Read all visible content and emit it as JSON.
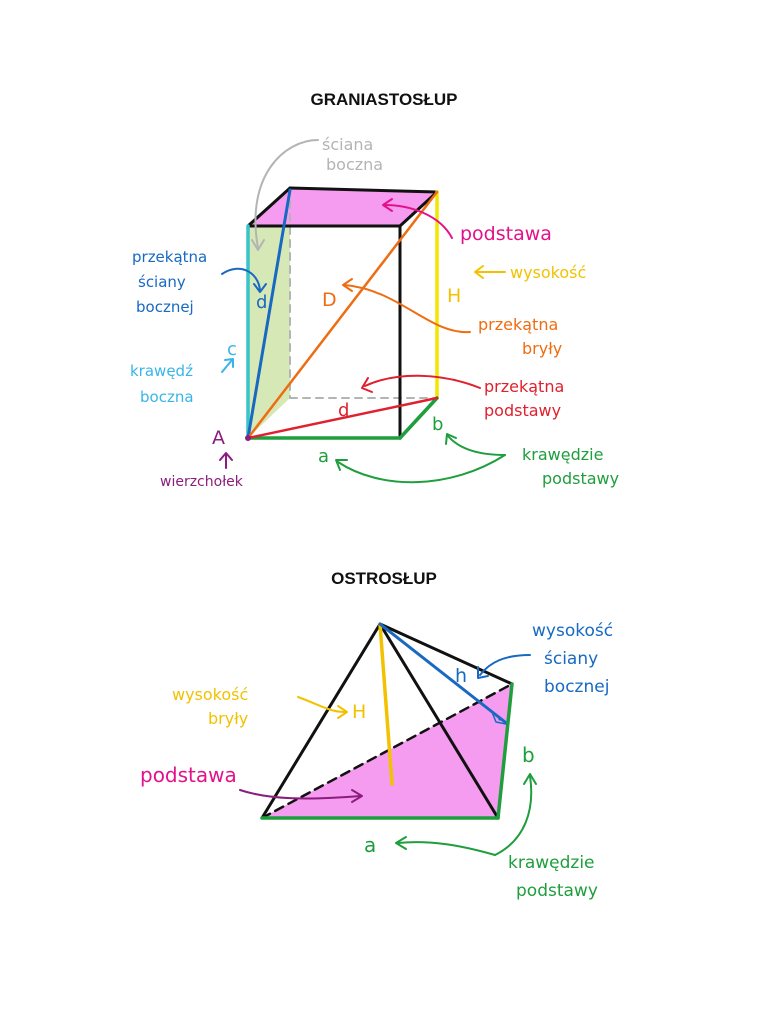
{
  "prism": {
    "title": "GRANIASTOSŁUP",
    "labels": {
      "lateral_face_1": "ściana",
      "lateral_face_2": "boczna",
      "base": "podstawa",
      "height_word": "wysokość",
      "height_letter": "H",
      "face_diag_1": "przekątna",
      "face_diag_2": "ściany",
      "face_diag_3": "bocznej",
      "face_diag_letter": "d",
      "solid_diag_letter": "D",
      "solid_diag_1": "przekątna",
      "solid_diag_2": "bryły",
      "lateral_edge_letter": "c",
      "lateral_edge_1": "krawędź",
      "lateral_edge_2": "boczna",
      "base_diag_1": "przekątna",
      "base_diag_2": "podstawy",
      "base_diag_letter": "d",
      "vertex_letter": "A",
      "vertex_word": "wierzchołek",
      "edge_a": "a",
      "edge_b": "b",
      "base_edges_1": "krawędzie",
      "base_edges_2": "podstawy"
    }
  },
  "pyramid": {
    "title": "OSTROSŁUP",
    "labels": {
      "face_height_1": "wysokość",
      "face_height_2": "ściany",
      "face_height_3": "bocznej",
      "face_height_letter": "h",
      "height_1": "wysokość",
      "height_2": "bryły",
      "height_letter": "H",
      "base": "podstawa",
      "edge_a": "a",
      "edge_b": "b",
      "base_edges_1": "krawędzie",
      "base_edges_2": "podstawy"
    }
  },
  "colors": {
    "black": "#111111",
    "pink": "#e4128a",
    "pink_fill": "#f59cf0",
    "yellow": "#f2c200",
    "blue": "#1769c2",
    "cyan": "#38b5e8",
    "orange": "#ef6d12",
    "red": "#e0202e",
    "green": "#1e9e3c",
    "purple": "#8b1d7d",
    "gray": "#b4b4b4",
    "face_fill": "#d6e8b6"
  }
}
